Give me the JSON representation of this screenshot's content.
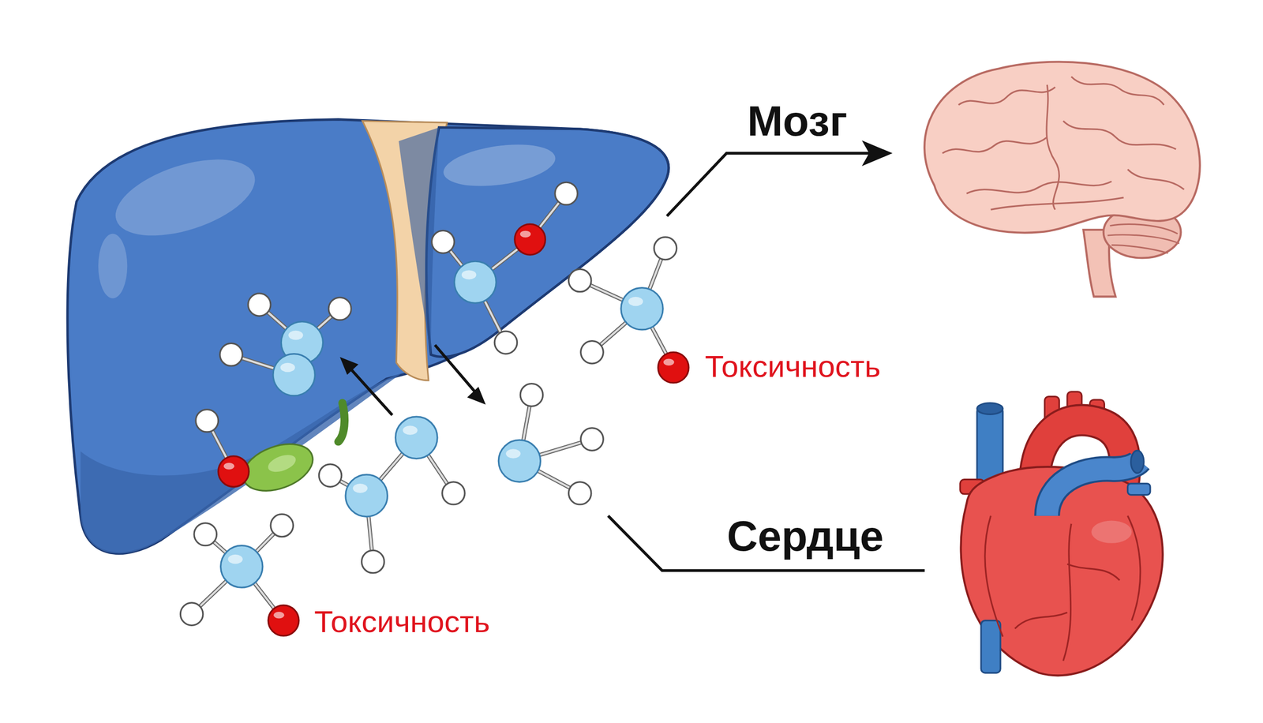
{
  "diagram": {
    "labels": [
      "Мозг",
      "Токсичность",
      "Сердце",
      "Токсичность"
    ]
  }
}
